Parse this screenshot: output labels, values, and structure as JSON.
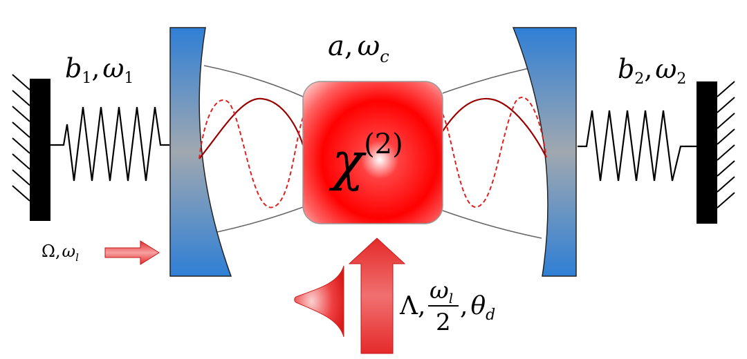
{
  "labels": {
    "left_mode": {
      "sym": "b",
      "sub": "1",
      "sep": ",",
      "freq": "ω",
      "freq_sub": "1"
    },
    "right_mode": {
      "sym": "b",
      "sub": "2",
      "sep": ",",
      "freq": "ω",
      "freq_sub": "2"
    },
    "cavity_mode": {
      "sym": "a",
      "sep": ",",
      "freq": "ω",
      "freq_sub": "c"
    },
    "chi": {
      "sym": "χ",
      "order": "(2)"
    },
    "drive": {
      "sym": "Ω",
      "sep": ",",
      "freq": "ω",
      "freq_sub": "l"
    },
    "pump": {
      "sym": "Λ",
      "sep1": ",",
      "num": "ω",
      "num_sub": "l",
      "den": "2",
      "sep2": ",",
      "phase": "θ",
      "phase_sub": "d"
    }
  },
  "colors": {
    "mirror_blue": "#2f7fd6",
    "mirror_gray": "#a0a8b0",
    "crystal_red": "#ff0000",
    "wave_dark_red": "#990000",
    "wave_red_dashed": "#e02020",
    "arrow_red": "#e52a2a",
    "wall_black": "#000000"
  }
}
